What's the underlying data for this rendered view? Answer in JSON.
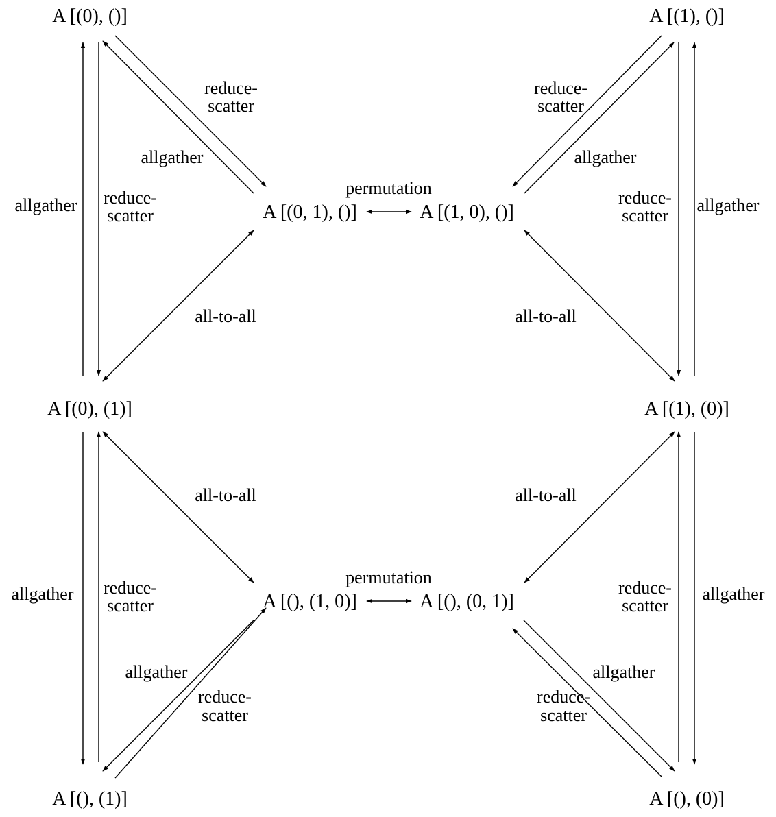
{
  "nodes": {
    "tl": "A [(0), ()]",
    "tr": "A [(1), ()]",
    "cl_top": "A [(0, 1), ()]",
    "cr_top": "A [(1, 0), ()]",
    "ml": "A [(0), (1)]",
    "mr": "A [(1), (0)]",
    "cl_bot": "A [(), (1, 0)]",
    "cr_bot": "A [(), (0, 1)]",
    "bl": "A [(), (1)]",
    "br": "A [(), (0)]"
  },
  "labels": {
    "tl_rs_diag": [
      "reduce-",
      "scatter"
    ],
    "tl_ag_diag": "allgather",
    "tl_ag_vert": "allgather",
    "tl_rs_vert": [
      "reduce-",
      "scatter"
    ],
    "tr_rs_diag": [
      "reduce-",
      "scatter"
    ],
    "tr_ag_diag": "allgather",
    "tr_rs_vert": [
      "reduce-",
      "scatter"
    ],
    "tr_ag_vert": "allgather",
    "perm_top": "permutation",
    "perm_bot": "permutation",
    "a2a_tl": "all-to-all",
    "a2a_tr": "all-to-all",
    "a2a_bl": "all-to-all",
    "a2a_br": "all-to-all",
    "bl_ag_vert": "allgather",
    "bl_rs_vert": [
      "reduce-",
      "scatter"
    ],
    "bl_ag_diag": "allgather",
    "bl_rs_diag": [
      "reduce-",
      "scatter"
    ],
    "br_rs_vert": [
      "reduce-",
      "scatter"
    ],
    "br_ag_vert": "allgather",
    "br_ag_diag": "allgather",
    "br_rs_diag": [
      "reduce-",
      "scatter"
    ]
  }
}
